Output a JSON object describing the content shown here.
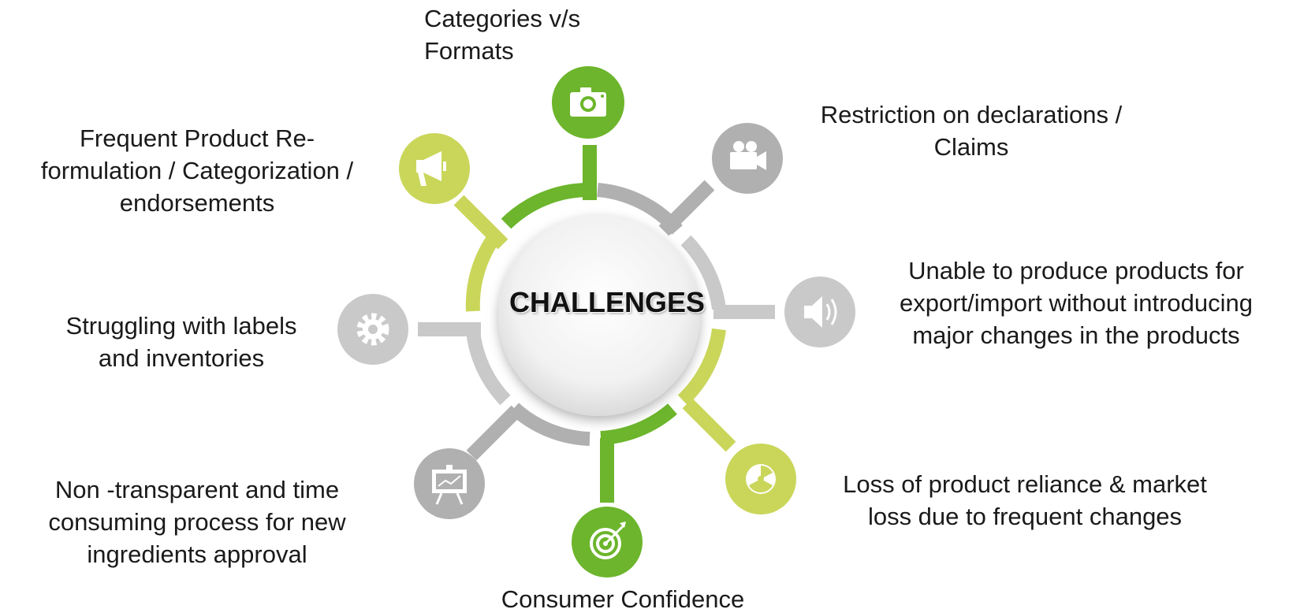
{
  "center": {
    "title": "CHALLENGES"
  },
  "colors": {
    "green_dark": "#6cb52c",
    "green_light": "#cad65a",
    "gray": "#b0b0b0",
    "gray_light": "#c9c9c9"
  },
  "nodes": [
    {
      "id": "categories",
      "label": "Categories v/s\nFormats",
      "icon": "camera-icon",
      "color": "green_dark"
    },
    {
      "id": "restriction",
      "label": "Restriction on declarations /\nClaims",
      "icon": "video-camera-icon",
      "color": "gray"
    },
    {
      "id": "export",
      "label": "Unable to produce products for\nexport/import without introducing\nmajor changes in the products",
      "icon": "speaker-icon",
      "color": "gray_light"
    },
    {
      "id": "loss",
      "label": "Loss of product reliance & market\nloss due to frequent changes",
      "icon": "radiation-icon",
      "color": "green_light"
    },
    {
      "id": "consumer",
      "label": "Consumer Confidence",
      "icon": "target-icon",
      "color": "green_dark"
    },
    {
      "id": "nontransparent",
      "label": "Non -transparent and time\nconsuming process for new\ningredients approval",
      "icon": "presentation-board-icon",
      "color": "gray"
    },
    {
      "id": "struggling",
      "label": "Struggling with labels\nand inventories",
      "icon": "gear-icon",
      "color": "gray_light"
    },
    {
      "id": "frequent",
      "label": "Frequent Product Re-\nformulation  / Categorization /\nendorsements",
      "icon": "megaphone-icon",
      "color": "green_light"
    }
  ]
}
